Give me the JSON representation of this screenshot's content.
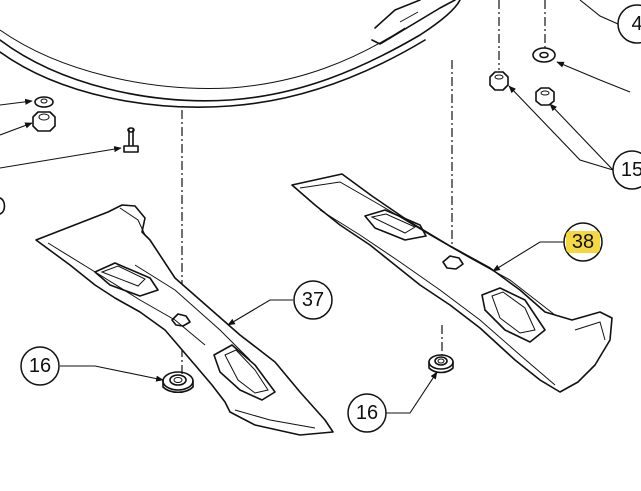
{
  "callouts": {
    "c37": {
      "label": "37"
    },
    "c38": {
      "label": "38",
      "highlight": "#f5d742"
    },
    "c16a": {
      "label": "16"
    },
    "c16b": {
      "label": "16"
    },
    "c15": {
      "label": "15"
    },
    "c4": {
      "label": "4"
    }
  },
  "colors": {
    "line": "#111111",
    "background": "#ffffff",
    "highlight": "#f5d742"
  }
}
